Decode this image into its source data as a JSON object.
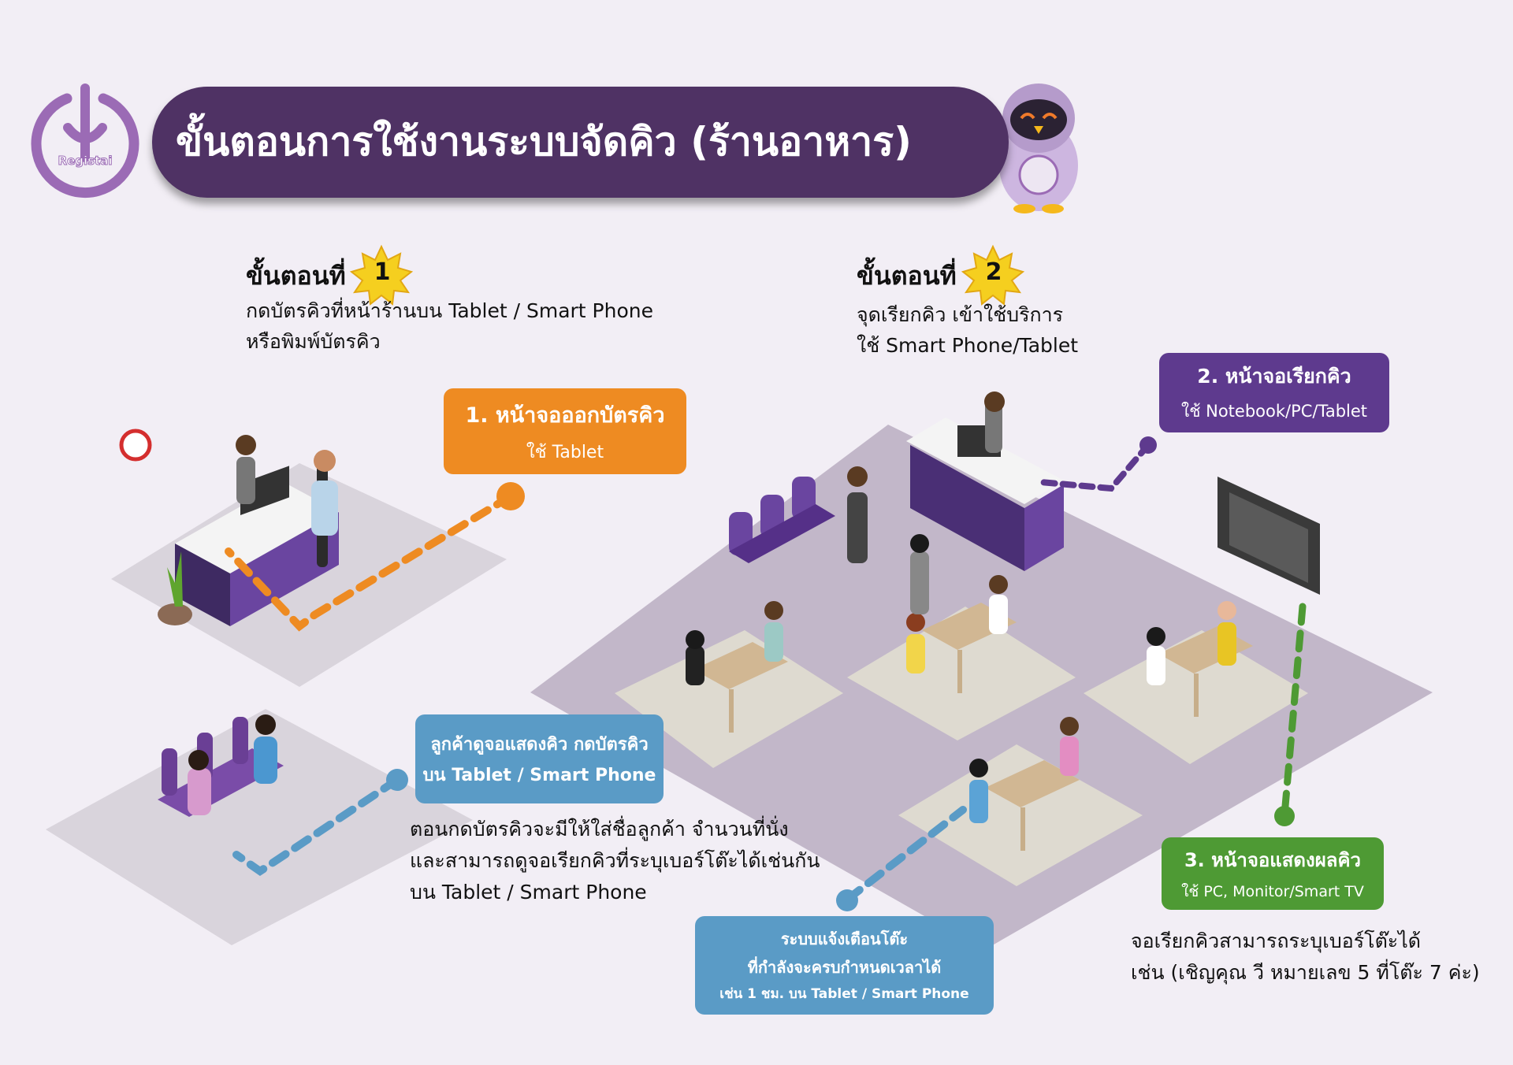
{
  "logo": {
    "text": "Registai",
    "color": "#9B6BB5"
  },
  "header": {
    "title": "ขั้นตอนการใช้งานระบบจัดคิว (ร้านอาหาร)",
    "color": "#4F3264"
  },
  "step1": {
    "heading": "ขั้นตอนที่",
    "number": "1",
    "lines": [
      "กดบัตรคิวที่หน้าร้านบน Tablet / Smart Phone",
      "หรือพิมพ์บัตรคิว"
    ]
  },
  "step2": {
    "heading": "ขั้นตอนที่",
    "number": "2",
    "lines": [
      "จุดเรียกคิว เข้าใช้บริการ",
      "ใช้ Smart Phone/Tablet"
    ]
  },
  "callouts": {
    "ticket_screen": {
      "title": "1. หน้าจอออกบัตรคิว",
      "sub": "ใช้ Tablet",
      "color": "#EE8B22"
    },
    "call_screen": {
      "title": "2. หน้าจอเรียกคิว",
      "sub": "ใช้ Notebook/PC/Tablet",
      "color": "#5E3A8E"
    },
    "display_screen": {
      "title": "3. หน้าจอแสดงผลคิว",
      "sub": "ใช้ PC, Monitor/Smart TV",
      "color": "#4E9A34"
    },
    "customer_view": {
      "lines": [
        "ลูกค้าดูจอแสดงคิว กดบัตรคิว",
        "บน Tablet / Smart Phone"
      ],
      "color": "#5A9BC6"
    },
    "table_alert": {
      "lines": [
        "ระบบแจ้งเตือนโต๊ะ",
        "ที่กำลังจะครบกำหนดเวลาได้",
        "เช่น 1 ชม. บน Tablet / Smart Phone"
      ],
      "color": "#5A9BC6"
    }
  },
  "notes": {
    "customer": [
      "ตอนกดบัตรคิวจะมีให้ใส่ชื่อลูกค้า จำนวนที่นั่ง",
      "และสามารถดูจอเรียกคิวที่ระบุเบอร์โต๊ะได้เช่นกัน",
      "บน Tablet / Smart Phone"
    ],
    "display": [
      "จอเรียกคิวสามารถระบุเบอร์โต๊ะได้",
      "เช่น (เชิญคุณ วี หมายเลข 5 ที่โต๊ะ 7 ค่ะ)"
    ]
  }
}
